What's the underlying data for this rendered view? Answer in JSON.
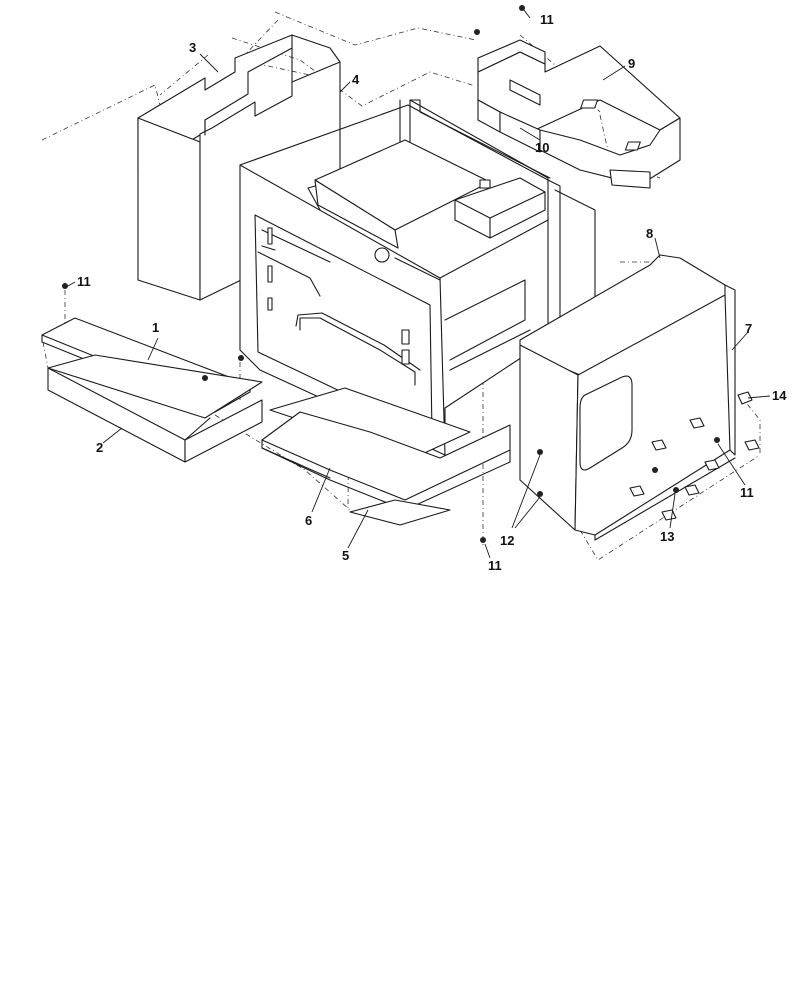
{
  "callouts": {
    "c1": "1",
    "c2": "2",
    "c3": "3",
    "c4": "4",
    "c5": "5",
    "c6": "6",
    "c7": "7",
    "c8": "8",
    "c9": "9",
    "c10": "10",
    "c11a": "11",
    "c11b": "11",
    "c11c": "11",
    "c11d": "11",
    "c12": "12",
    "c13": "13",
    "c14": "14"
  },
  "colors": {
    "line": "#1a1a1a",
    "background": "#ffffff"
  }
}
